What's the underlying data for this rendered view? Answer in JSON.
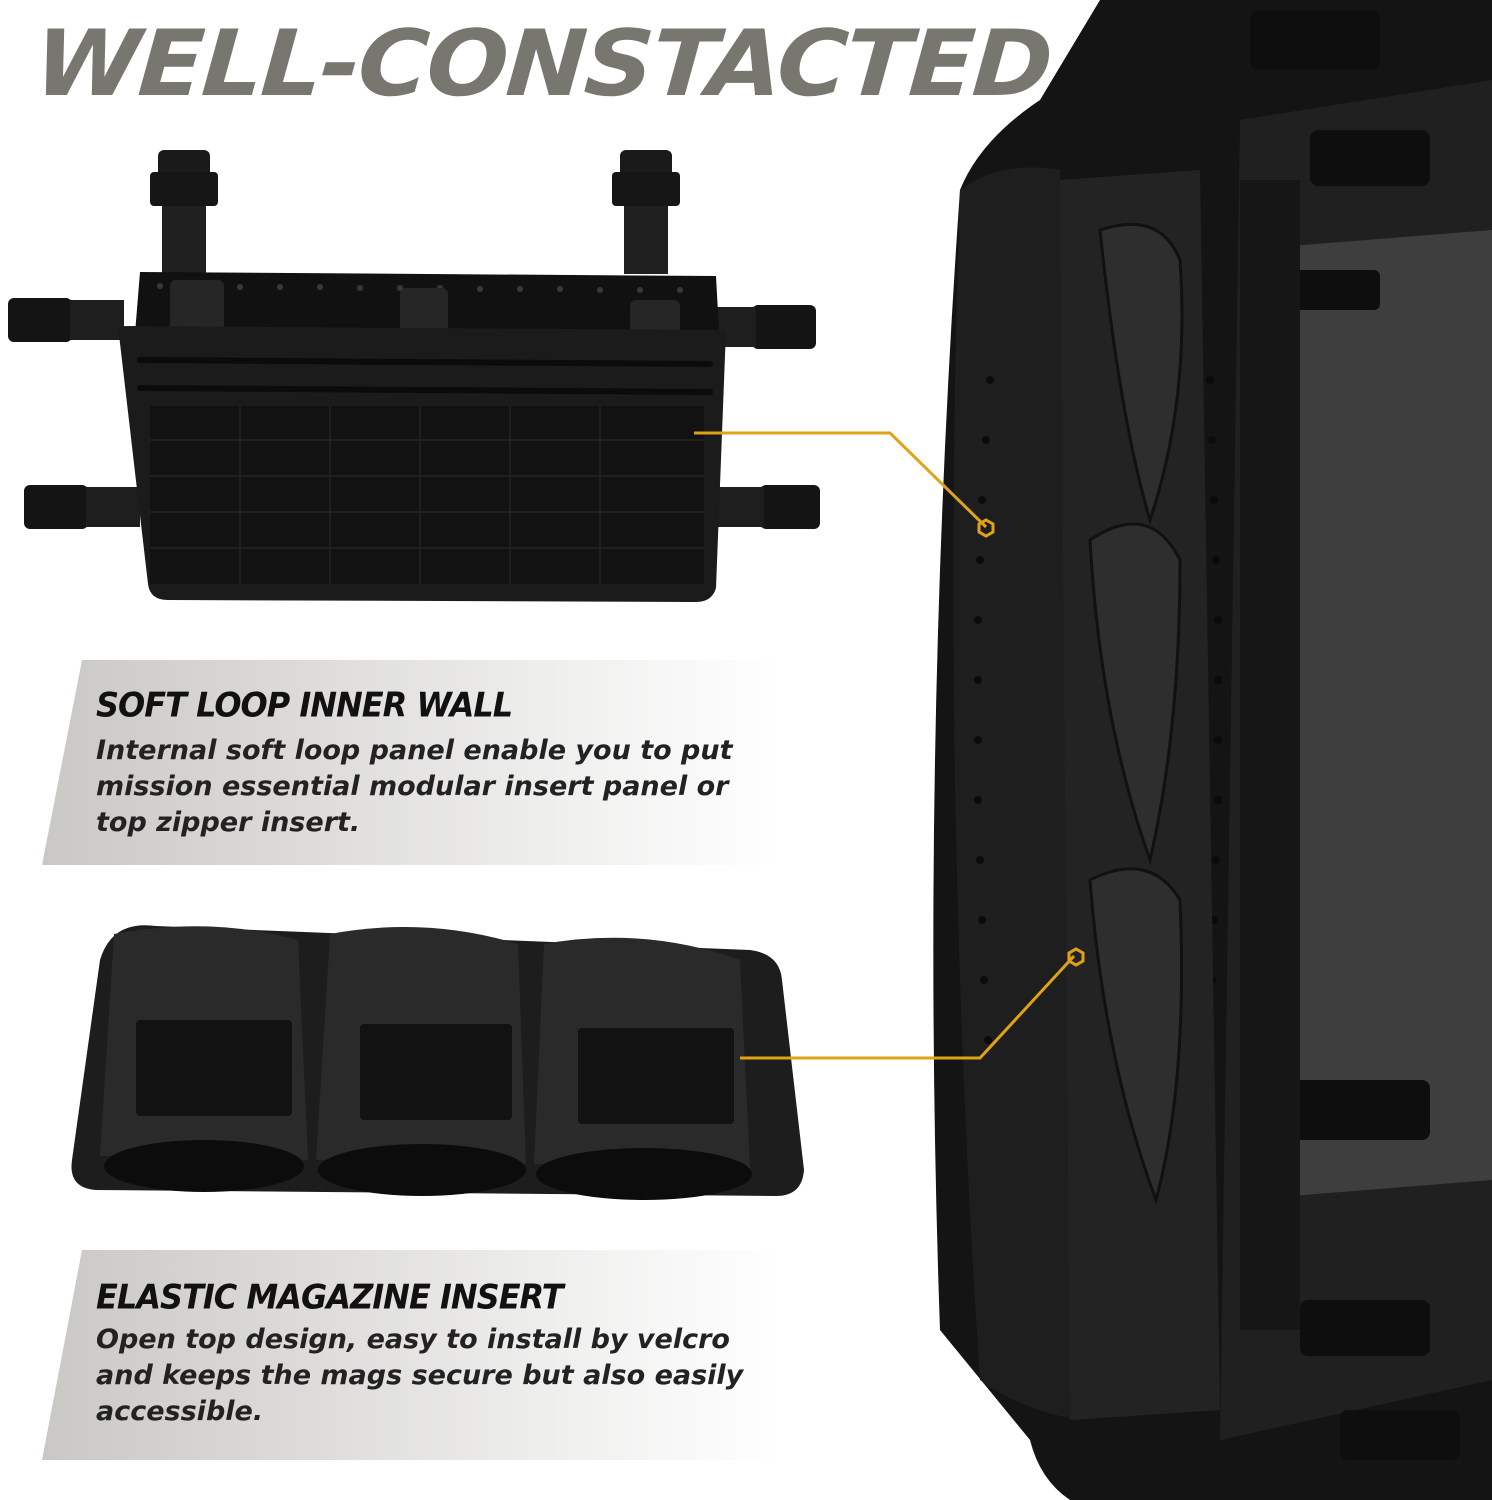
{
  "headline": "WELL-CONSTACTED",
  "features": [
    {
      "title": "SOFT LOOP INNER WALL",
      "body": "Internal soft loop panel enable you to put mission essential modular insert panel or top zipper insert."
    },
    {
      "title": "ELASTIC MAGAZINE INSERT",
      "body": "Open top design, easy to install by velcro and keeps the mags secure but also easily accessible."
    }
  ],
  "colors": {
    "headline": "#77766f",
    "callout_line": "#e0a317",
    "panel_gradient_start": "#c9c8c5",
    "product": "#1c1c1e"
  }
}
